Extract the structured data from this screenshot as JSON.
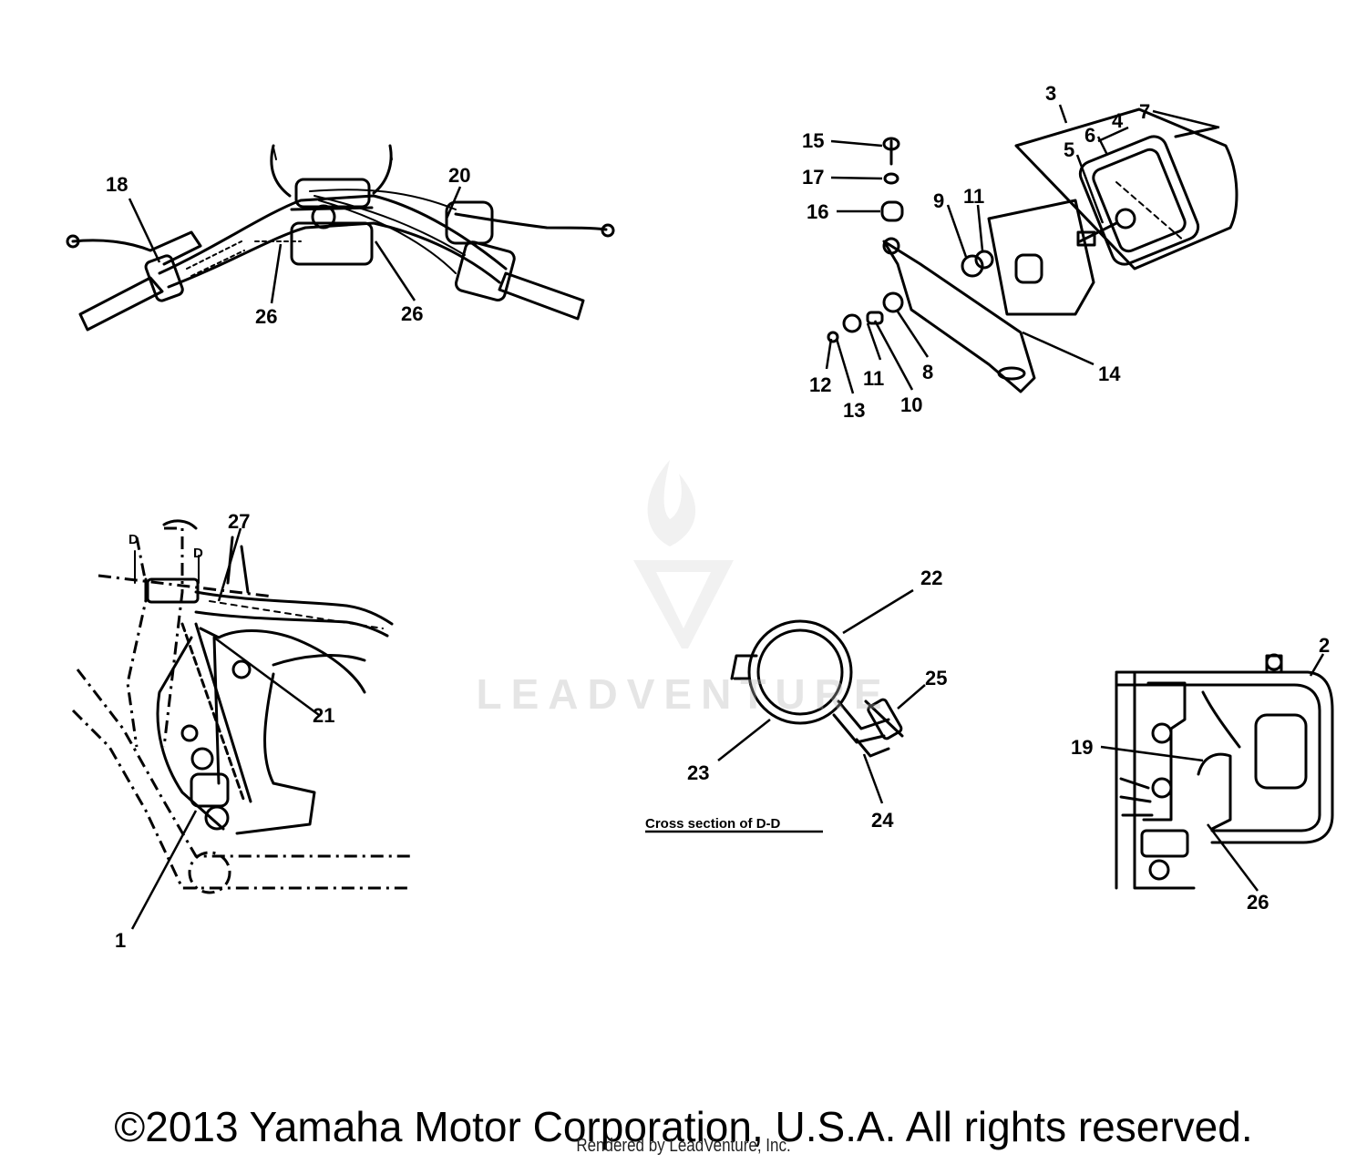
{
  "diagram": {
    "callouts": {
      "c1": "1",
      "c2": "2",
      "c3": "3",
      "c4": "4",
      "c5": "5",
      "c6": "6",
      "c7": "7",
      "c8": "8",
      "c9": "9",
      "c10": "10",
      "c11a": "11",
      "c11b": "11",
      "c12": "12",
      "c13": "13",
      "c14": "14",
      "c15": "15",
      "c16": "16",
      "c17": "17",
      "c18": "18",
      "c19": "19",
      "c20": "20",
      "c21": "21",
      "c22": "22",
      "c23": "23",
      "c24": "24",
      "c25": "25",
      "c26a": "26",
      "c26b": "26",
      "c26c": "26",
      "c27": "27"
    },
    "section_marks": {
      "d_left": "D",
      "d_right": "D"
    },
    "section_caption": "Cross section of D-D"
  },
  "watermark": {
    "text": "LEADVENTURE"
  },
  "footer": {
    "copyright": "©2013 Yamaha Motor Corporation, U.S.A. All rights reserved.",
    "rendered_by": "Rendered by LeadVenture, Inc."
  },
  "colors": {
    "ink": "#000000",
    "watermark": "#b4b4b4"
  }
}
